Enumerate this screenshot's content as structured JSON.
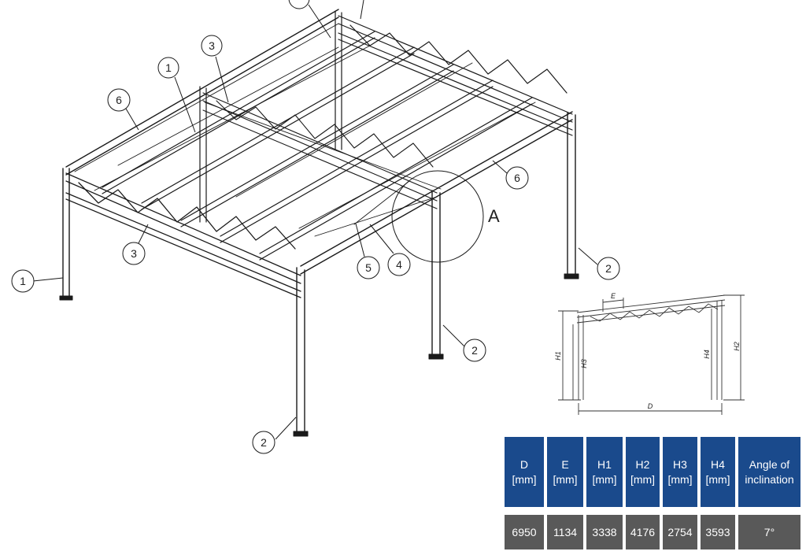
{
  "callouts": [
    {
      "label": "1"
    },
    {
      "label": "1"
    },
    {
      "label": "3"
    },
    {
      "label": "3"
    },
    {
      "label": "6"
    },
    {
      "label": "6"
    },
    {
      "label": "4"
    },
    {
      "label": "5"
    },
    {
      "label": "2"
    },
    {
      "label": "2"
    },
    {
      "label": "2"
    }
  ],
  "detail_label": "A",
  "elevation": {
    "dims": {
      "E": "E",
      "H1": "H1",
      "H2": "H2",
      "H3": "H3",
      "H4": "H4",
      "D": "D"
    }
  },
  "spec_table": {
    "headers": [
      {
        "name": "D",
        "unit": "[mm]"
      },
      {
        "name": "E",
        "unit": "[mm]"
      },
      {
        "name": "H1",
        "unit": "[mm]"
      },
      {
        "name": "H2",
        "unit": "[mm]"
      },
      {
        "name": "H3",
        "unit": "[mm]"
      },
      {
        "name": "H4",
        "unit": "[mm]"
      },
      {
        "name": "Angle of",
        "unit": "inclination"
      }
    ],
    "values": [
      "6950",
      "1134",
      "3338",
      "4176",
      "2754",
      "3593",
      "7°"
    ],
    "header_color": "#1a4a8c",
    "value_color": "#595959"
  }
}
